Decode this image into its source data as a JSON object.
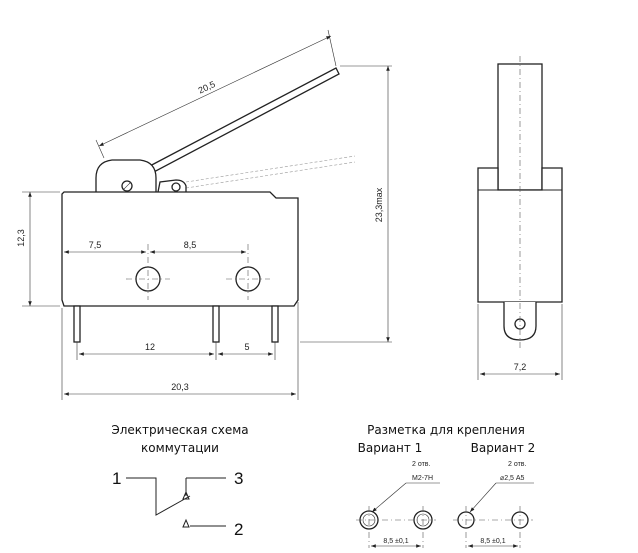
{
  "dimensions": {
    "lever_length": "20,5",
    "body_height": "12,3",
    "total_height": "23,3max",
    "hole1_offset": "7,5",
    "hole_spacing": "8,5",
    "pin_spacing_12": "12",
    "pin_spacing_5": "5",
    "body_length": "20,3",
    "side_width": "7,2"
  },
  "schematic": {
    "title_line1": "Электрическая схема",
    "title_line2": "коммутации",
    "pin1": "1",
    "pin2": "2",
    "pin3": "3"
  },
  "mounting": {
    "title": "Разметка для крепления",
    "variant1": {
      "label": "Вариант 1",
      "count": "2 отв.",
      "spec": "М2-7Н",
      "spacing": "8,5 ±0,1"
    },
    "variant2": {
      "label": "Вариант 2",
      "count": "2 отв.",
      "spec": "⌀2,5 А5",
      "spacing": "8,5 ±0,1"
    }
  }
}
